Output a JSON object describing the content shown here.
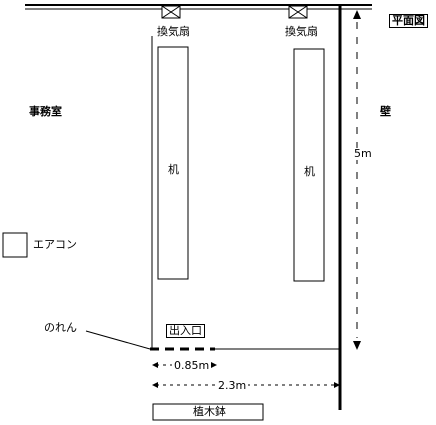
{
  "plan": {
    "title": "平面図",
    "labels": {
      "office": "事務室",
      "wall": "壁",
      "fan_left": "換気扇",
      "fan_right": "換気扇",
      "desk_left": "机",
      "desk_right": "机",
      "aircon": "エアコン",
      "curtain": "のれん",
      "entrance": "出入口",
      "planter": "植木鉢"
    },
    "dimensions": {
      "height": "5m",
      "opening_width": "0.85m",
      "total_width": "2.3m"
    }
  }
}
